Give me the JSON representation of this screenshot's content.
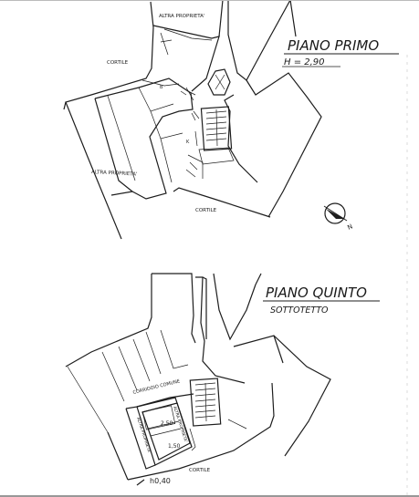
{
  "labels": {
    "floor1_title": "PIANO PRIMO",
    "floor1_height": "H = 2,90",
    "floor5_title": "PIANO QUINTO",
    "floor5_subtitle": "SOTTOTETTO",
    "altra_proprieta_top": "ALTRA PROPRIETA'",
    "altra_proprieta_left": "ALTRA PROPRIETA'",
    "cortile_top_left": "CORTILE",
    "cortile_mid": "CORTILE",
    "cortile_bottom": "CORTILE",
    "corridoio_comune": "CORRIDOIO COMUNE",
    "altra_proprieta_v1": "ALTRA PROPRIETA'",
    "altra_proprieta_v2": "ALTRA PROPRIETA'",
    "room_b": "B",
    "room_k": "K",
    "north": "N",
    "dim_250": "2,50",
    "dim_150": "1,50",
    "dim_040": "h0,40"
  },
  "colors": {
    "ink": "#1d1d1d",
    "paper": "#ffffff"
  }
}
